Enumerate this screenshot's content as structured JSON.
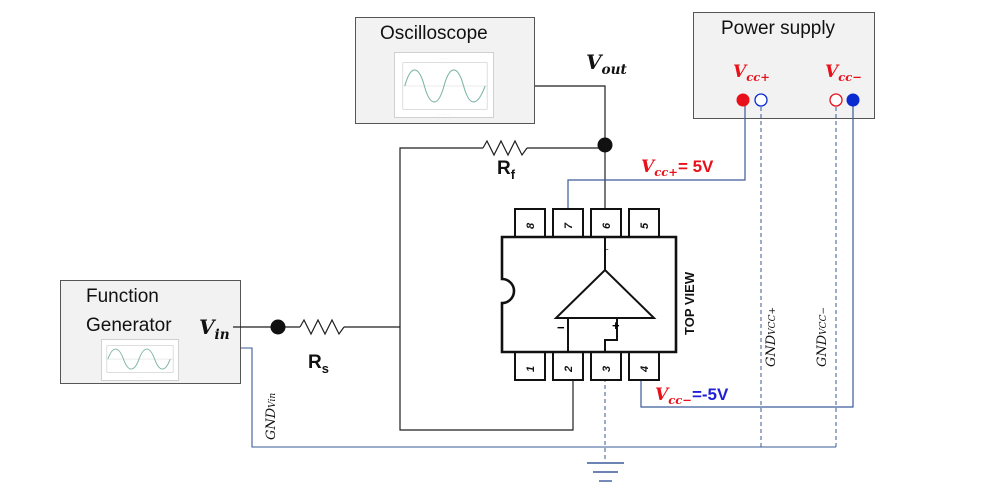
{
  "oscilloscope": {
    "title": "Oscilloscope"
  },
  "power_supply": {
    "title": "Power supply"
  },
  "function_generator": {
    "title_line1": "Function",
    "title_line2": "Generator"
  },
  "labels": {
    "vout_main": "V",
    "vout_sub": "out",
    "vin_main": "V",
    "vin_sub": "in",
    "rf_main": "R",
    "rf_sub": "f",
    "rs_main": "R",
    "rs_sub": "s",
    "vcc_plus_main": "V",
    "vcc_plus_sub": "cc+",
    "vcc_minus_main": "V",
    "vcc_minus_sub": "cc−",
    "vcc_plus_value": "= 5V",
    "vcc_minus_value": "=-5V",
    "top_view": "TOP VIEW",
    "gnd_main": "GND",
    "gnd_vin_sub": "Vin",
    "gnd_vccp_sub": "VCC+",
    "gnd_vccm_sub": "VCC−",
    "minus_sign": "−",
    "plus_sign": "+"
  },
  "ic_pins": {
    "top": [
      "8",
      "7",
      "6",
      "5"
    ],
    "bottom": [
      "1",
      "2",
      "3",
      "4"
    ]
  },
  "colors": {
    "wire": "#1f1f1f",
    "blue_wire": "#3a5b9a",
    "vcc_plus": "#e8101a",
    "vcc_minus": "#1f1fd6",
    "positive_terminal": "#e8101a",
    "negative_terminal": "#0a2bd0"
  }
}
